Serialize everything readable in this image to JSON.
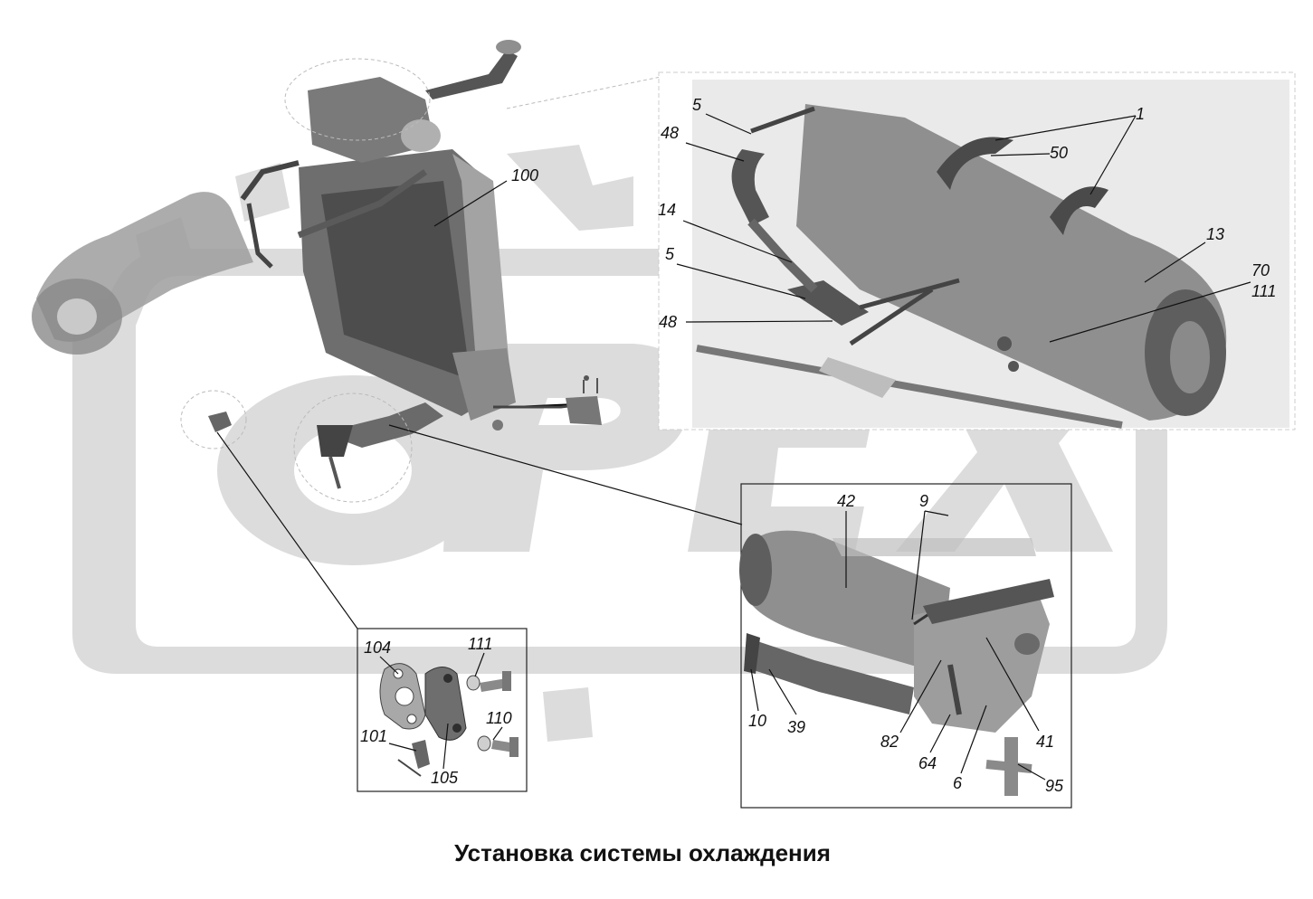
{
  "title": "Установка системы охлаждения",
  "watermark": "ОРЕХ",
  "colors": {
    "watermark": "#dcdcdc",
    "part_dark": "#5e5e5e",
    "part_mid": "#8a8a8a",
    "part_light": "#b9b9b9",
    "ink": "#111111"
  },
  "callouts": {
    "main": [
      "100"
    ],
    "detail_top": [
      "5",
      "48",
      "14",
      "5",
      "48",
      "1",
      "50",
      "13",
      "70",
      "111"
    ],
    "detail_bottom_right": [
      "42",
      "9",
      "10",
      "39",
      "82",
      "64",
      "6",
      "41",
      "95"
    ],
    "detail_bottom_left": [
      "104",
      "111",
      "110",
      "101",
      "105"
    ]
  }
}
